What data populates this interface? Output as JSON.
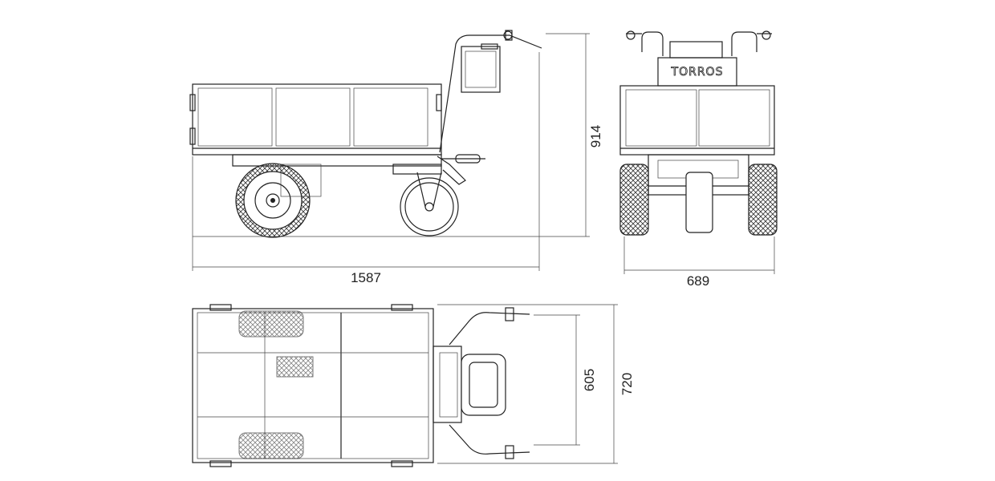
{
  "drawing": {
    "brand_logo": "TORROS",
    "side_view": {
      "length_label": "1587",
      "height_label": "914"
    },
    "front_view": {
      "width_label": "689"
    },
    "top_view": {
      "handle_width_label": "605",
      "overall_width_label": "720"
    }
  }
}
